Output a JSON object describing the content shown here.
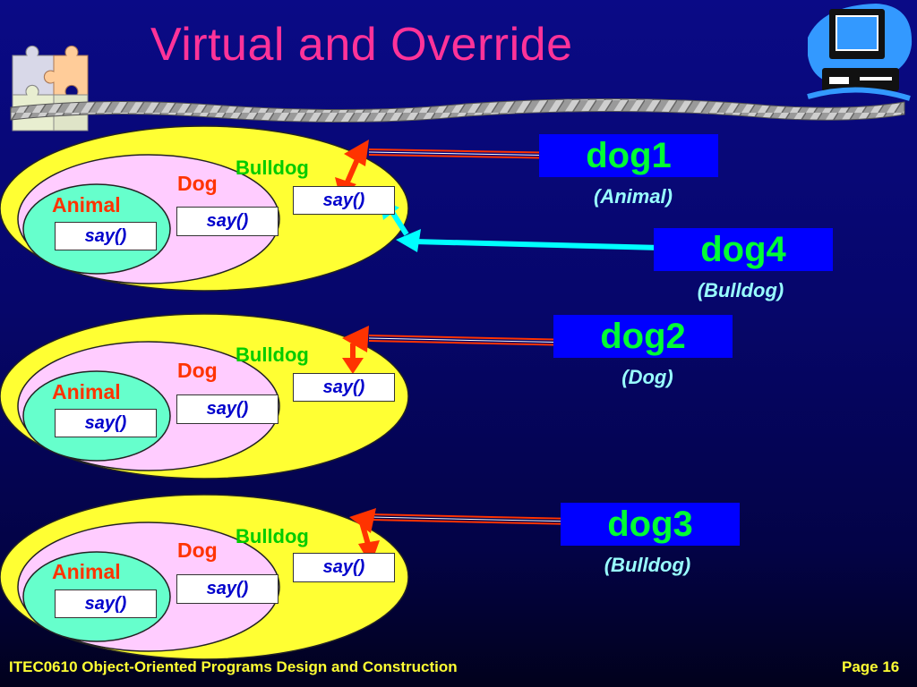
{
  "slide": {
    "title": "Virtual and Override",
    "footer_left": "ITEC0610 Object-Oriented Programs Design and Construction",
    "footer_right": "Page 16"
  },
  "icons": [
    "puzzle-icon",
    "computer-icon"
  ],
  "colors": {
    "title": "#ff3399",
    "bulldog_ellipse": "#ffff33",
    "dog_ellipse": "#ffccff",
    "animal_ellipse": "#66ffcc",
    "class_label_red": "#ff3300",
    "class_label_green": "#00cc00",
    "method_text": "#0000cc",
    "var_box": "#0000ff",
    "var_name": "#00ff33",
    "var_type": "#99ffff",
    "ref_arrow_red": "#ff3300",
    "ref_arrow_cyan": "#00ffff",
    "footer_text": "#ffff33"
  },
  "class_groups": [
    {
      "bulldog_label": "Bulldog",
      "dog_label": "Dog",
      "animal_label": "Animal",
      "bulldog_method": "say()",
      "dog_method": "say()",
      "animal_method": "say()"
    },
    {
      "bulldog_label": "Bulldog",
      "dog_label": "Dog",
      "animal_label": "Animal",
      "bulldog_method": "say()",
      "dog_method": "say()",
      "animal_method": "say()"
    },
    {
      "bulldog_label": "Bulldog",
      "dog_label": "Dog",
      "animal_label": "Animal",
      "bulldog_method": "say()",
      "dog_method": "say()",
      "animal_method": "say()"
    }
  ],
  "variables": [
    {
      "name": "dog1",
      "type": "(Animal)"
    },
    {
      "name": "dog4",
      "type": "(Bulldog)"
    },
    {
      "name": "dog2",
      "type": "(Dog)"
    },
    {
      "name": "dog3",
      "type": "(Bulldog)"
    }
  ]
}
